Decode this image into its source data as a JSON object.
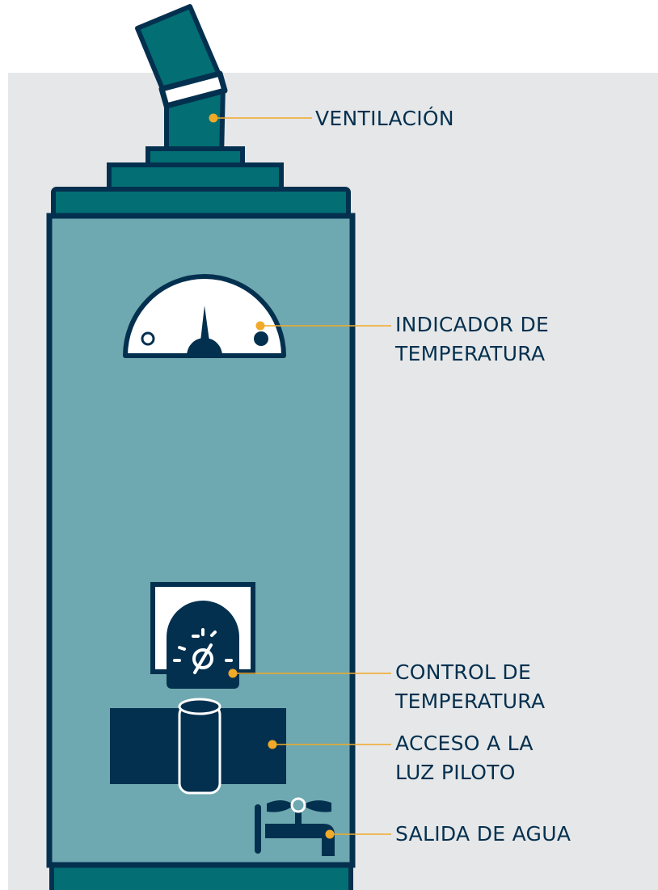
{
  "colors": {
    "background": "#e6e7e8",
    "navy": "#04304f",
    "teal_dark": "#036e73",
    "teal_light": "#6ea8b0",
    "callout": "#f0a928",
    "white": "#ffffff"
  },
  "labels": {
    "vent": "VENTILACIÓN",
    "temp_gauge_line1": "INDICADOR DE",
    "temp_gauge_line2": "TEMPERATURA",
    "temp_control_line1": "CONTROL DE",
    "temp_control_line2": "TEMPERATURA",
    "pilot_line1": "ACCESO A LA",
    "pilot_line2": "LUZ PILOTO",
    "water_outlet": "SALIDA DE AGUA"
  }
}
